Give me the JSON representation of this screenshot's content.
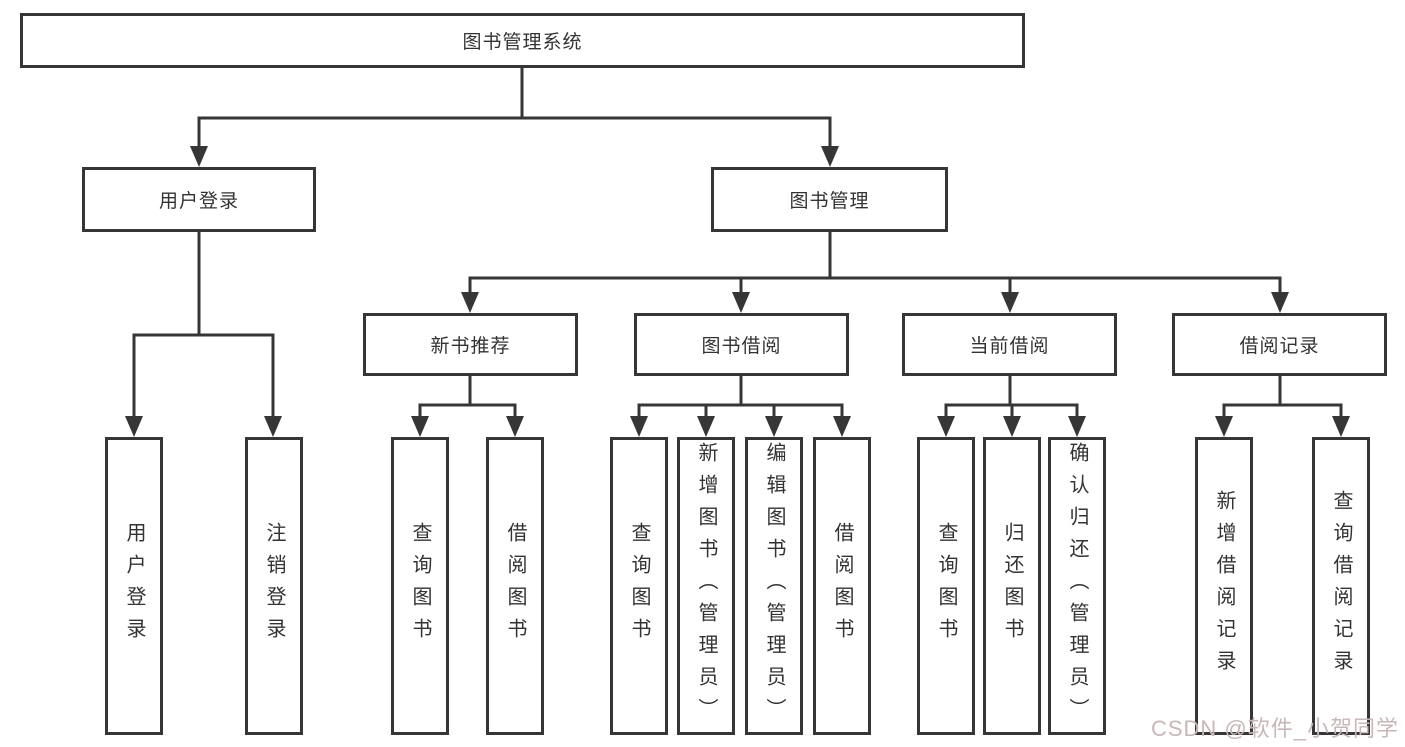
{
  "tree": {
    "label": "图书管理系统",
    "children": [
      {
        "label": "用户登录",
        "children": [
          {
            "label": "用户登录"
          },
          {
            "label": "注销登录"
          }
        ]
      },
      {
        "label": "图书管理",
        "children": [
          {
            "label": "新书推荐",
            "children": [
              {
                "label": "查询图书"
              },
              {
                "label": "借阅图书"
              }
            ]
          },
          {
            "label": "图书借阅",
            "children": [
              {
                "label": "查询图书"
              },
              {
                "label": "新增图书（管理员）"
              },
              {
                "label": "编辑图书（管理员）"
              },
              {
                "label": "借阅图书"
              }
            ]
          },
          {
            "label": "当前借阅",
            "children": [
              {
                "label": "查询图书"
              },
              {
                "label": "归还图书"
              },
              {
                "label": "确认归还（管理员）"
              }
            ]
          },
          {
            "label": "借阅记录",
            "children": [
              {
                "label": "新增借阅记录"
              },
              {
                "label": "查询借阅记录"
              }
            ]
          }
        ]
      }
    ]
  },
  "watermark": {
    "text": "CSDN @软件_小贺同学"
  },
  "colors": {
    "line": "#363636",
    "text": "#333333",
    "background": "#ffffff",
    "watermark": "#c9b7b7"
  }
}
